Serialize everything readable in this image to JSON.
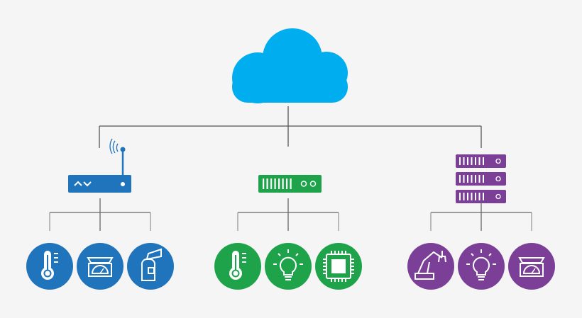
{
  "background": "#f5f5f5",
  "line_color": "#555555",
  "cloud": {
    "icon": "cloud-icon",
    "color": "#00aeef"
  },
  "groups": [
    {
      "name": "router",
      "icon": "router-icon",
      "color": "#1f74bb",
      "devices": [
        "thermometer-icon",
        "scale-icon",
        "fire-extinguisher-icon"
      ]
    },
    {
      "name": "switch",
      "icon": "switch-icon",
      "color": "#1ea34a",
      "devices": [
        "thermometer-icon",
        "lightbulb-icon",
        "chip-icon"
      ]
    },
    {
      "name": "server",
      "icon": "server-icon",
      "color": "#7b3f98",
      "devices": [
        "robot-arm-icon",
        "lightbulb-icon",
        "scale-icon"
      ]
    }
  ]
}
